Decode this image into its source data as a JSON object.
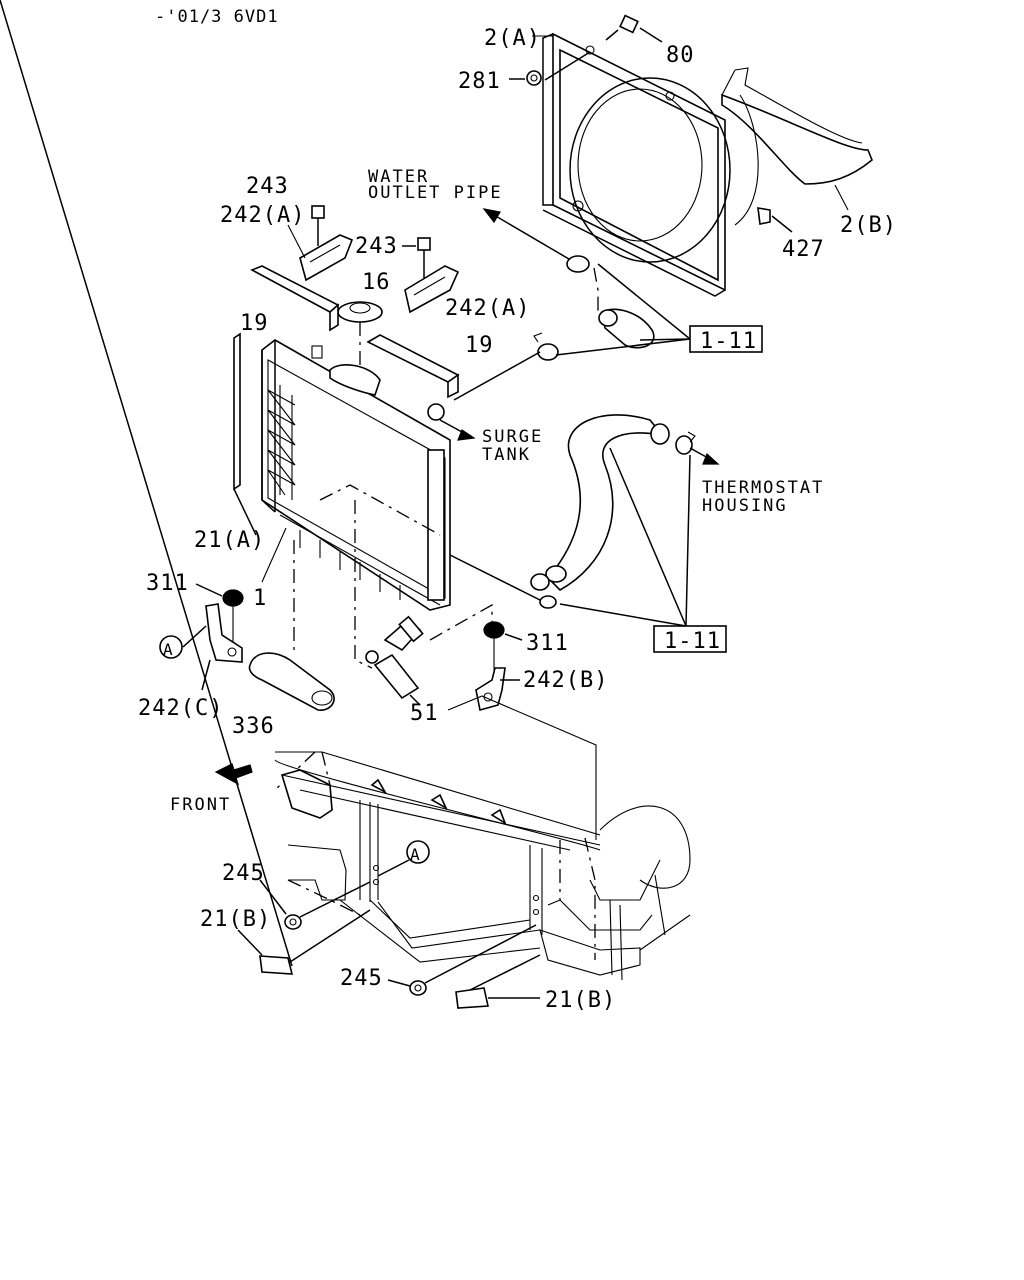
{
  "header": {
    "code": "-'01/3 6VD1"
  },
  "callouts": {
    "c_2a": "2(A)",
    "c_80": "80",
    "c_281": "281",
    "c_2b": "2(B)",
    "c_427": "427",
    "c_243a": "243",
    "c_242a_1": "242(A)",
    "c_243b": "243",
    "c_242a_2": "242(A)",
    "c_16": "16",
    "c_19a": "19",
    "c_19b": "19",
    "c_1_11a": "1-11",
    "c_1_11b": "1-11",
    "c_21a": "21(A)",
    "c_311a": "311",
    "c_1": "1",
    "c_311b": "311",
    "c_242b": "242(B)",
    "c_242c": "242(C)",
    "c_336": "336",
    "c_51": "51",
    "c_245a": "245",
    "c_21b_1": "21(B)",
    "c_245b": "245",
    "c_21b_2": "21(B)",
    "marker_a1": "A",
    "marker_a2": "A"
  },
  "notes": {
    "water_outlet_1": "WATER",
    "water_outlet_2": "OUTLET PIPE",
    "surge_1": "SURGE",
    "surge_2": "TANK",
    "thermo_1": "THERMOSTAT",
    "thermo_2": "HOUSING",
    "front": "FRONT"
  }
}
